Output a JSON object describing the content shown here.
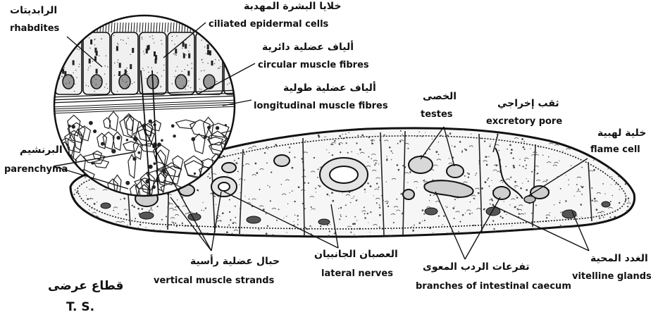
{
  "labels": {
    "rhabdites": {
      "ar": "الرابدیتات",
      "en": "rhabdites"
    },
    "ciliated_epidermal_cells": {
      "ar": "خلايا البشرة المهدبة",
      "en": "ciliated epidermal cells"
    },
    "circular_muscle_fibres": {
      "ar": "ألياف عضلية دائرية",
      "en": "circular muscle fibres"
    },
    "longitudinal_muscle_fibres": {
      "ar": "ألياف عضلية طولية",
      "en": "longitudinal muscle fibres"
    },
    "testes": {
      "ar": "الخصى",
      "en": "testes"
    },
    "excretory_pore": {
      "ar": "ثقب إخراجي",
      "en": "excretory pore"
    },
    "flame_cell": {
      "ar": "خلية لهبية",
      "en": "flame cell"
    },
    "parenchyma": {
      "ar": "البرنشيم",
      "en": "parenchyma"
    },
    "vertical_muscle_strands": {
      "ar": "حبال عضلية رأسية",
      "en": "vertical muscle strands"
    },
    "lateral_nerves": {
      "ar": "العصبان الجانبيان",
      "en": "lateral nerves"
    },
    "branches_of_intestinal_caecum": {
      "ar": "تفرعات الردب المعوى",
      "en": "branches of intestinal caecum"
    },
    "vitelline_glands": {
      "ar": "الغدد المحية",
      "en": "vitelline glands"
    }
  },
  "section_title": {
    "ar": "قطاع عرضى",
    "en": "T. S."
  }
}
